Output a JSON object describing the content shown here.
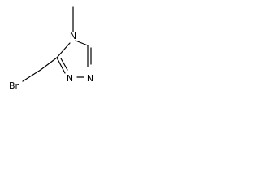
{
  "molecule": {
    "atoms": {
      "bromine": "Br",
      "nitrogen_4": "N",
      "nitrogen_1": "N",
      "nitrogen_2": "N"
    },
    "colors": {
      "background": "#ffffff",
      "line": "#000000",
      "text": "#000000"
    }
  }
}
